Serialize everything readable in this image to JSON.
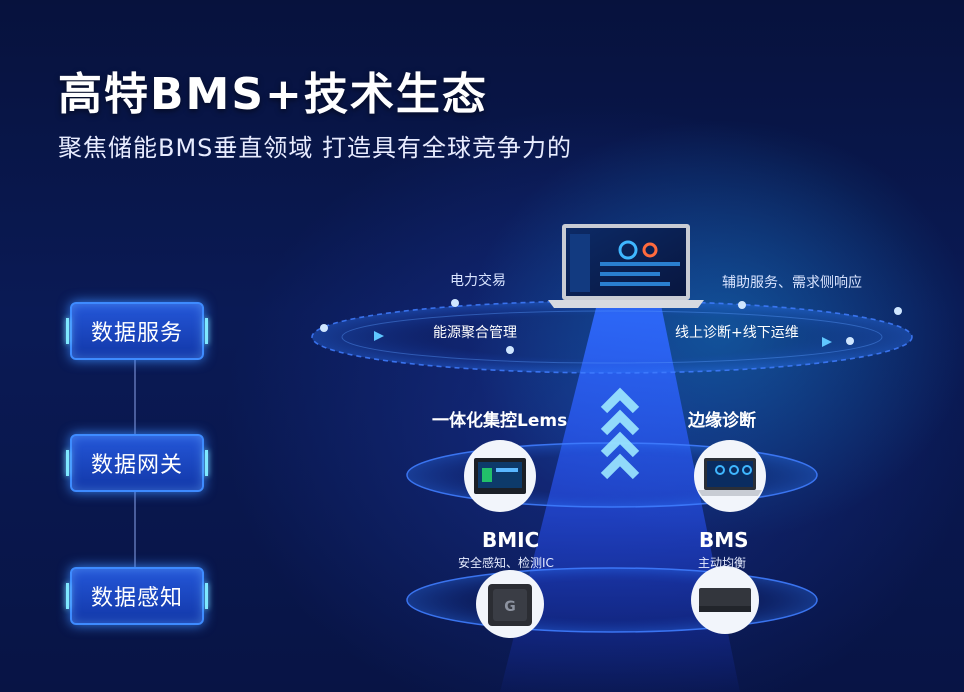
{
  "header": {
    "title": "高特BMS+技术生态",
    "subtitle": "聚焦储能BMS垂直领域 打造具有全球竞争力的"
  },
  "layers": [
    {
      "label": "数据服务"
    },
    {
      "label": "数据网关"
    },
    {
      "label": "数据感知"
    }
  ],
  "services": {
    "power_trading": "电力交易",
    "energy_aggregation": "能源聚合管理",
    "auxiliary_demand": "辅助服务、需求侧响应",
    "diagnosis": "线上诊断+线下运维"
  },
  "gateway": {
    "lems": "一体化集控Lems",
    "edge": "边缘诊断"
  },
  "sensing": {
    "bmic_title": "BMIC",
    "bmic_desc": "安全感知、检测IC",
    "bms_title": "BMS",
    "bms_desc": "主动均衡"
  },
  "colors": {
    "accent": "#3e8bff",
    "glow": "#7fe8ff",
    "background": "#061035"
  }
}
